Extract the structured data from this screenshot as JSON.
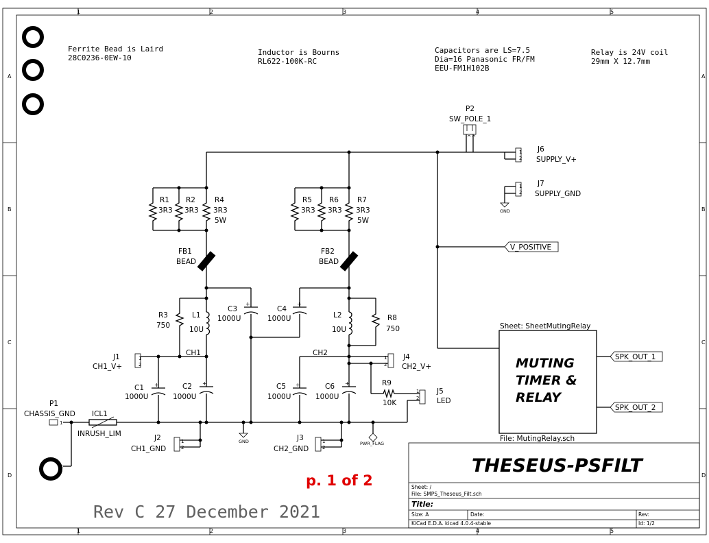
{
  "frame": {
    "col_numbers": [
      "1",
      "2",
      "3",
      "4",
      "5"
    ],
    "row_letters": [
      "A",
      "B",
      "C",
      "D"
    ]
  },
  "notes": {
    "ferrite": [
      "Ferrite Bead is Laird",
      "28C0236-0EW-10"
    ],
    "inductor": [
      "Inductor is Bourns",
      "RL622-100K-RC"
    ],
    "capacitors": [
      "Capacitors are LS=7.5",
      "Dia=16 Panasonic FR/FM",
      "EEU-FM1H102B"
    ],
    "relay": [
      "Relay is 24V coil",
      "29mm X 12.7mm"
    ]
  },
  "components": {
    "R1": {
      "ref": "R1",
      "val": "3R3"
    },
    "R2": {
      "ref": "R2",
      "val": "3R3"
    },
    "R4": {
      "ref": "R4",
      "val": "3R3",
      "extra": "5W"
    },
    "R5": {
      "ref": "R5",
      "val": "3R3"
    },
    "R6": {
      "ref": "R6",
      "val": "3R3"
    },
    "R7": {
      "ref": "R7",
      "val": "3R3",
      "extra": "5W"
    },
    "FB1": {
      "ref": "FB1",
      "val": "BEAD"
    },
    "FB2": {
      "ref": "FB2",
      "val": "BEAD"
    },
    "R3": {
      "ref": "R3",
      "val": "750"
    },
    "L1": {
      "ref": "L1",
      "val": "10U"
    },
    "C3": {
      "ref": "C3",
      "val": "1000U"
    },
    "C4": {
      "ref": "C4",
      "val": "1000U"
    },
    "L2": {
      "ref": "L2",
      "val": "10U"
    },
    "R8": {
      "ref": "R8",
      "val": "750"
    },
    "C1": {
      "ref": "C1",
      "val": "1000U"
    },
    "C2": {
      "ref": "C2",
      "val": "1000U"
    },
    "C5": {
      "ref": "C5",
      "val": "1000U"
    },
    "C6": {
      "ref": "C6",
      "val": "1000U"
    },
    "R9": {
      "ref": "R9",
      "val": "10K"
    },
    "J1": {
      "ref": "J1",
      "val": "CH1_V+"
    },
    "J2": {
      "ref": "J2",
      "val": "CH1_GND"
    },
    "J3": {
      "ref": "J3",
      "val": "CH2_GND"
    },
    "J4": {
      "ref": "J4",
      "val": "CH2_V+"
    },
    "J5": {
      "ref": "J5",
      "val": "LED"
    },
    "J6": {
      "ref": "J6",
      "val": "SUPPLY_V+"
    },
    "J7": {
      "ref": "J7",
      "val": "SUPPLY_GND"
    },
    "P1": {
      "ref": "P1",
      "val": "CHASSIS_GND"
    },
    "P2": {
      "ref": "P2",
      "val": "SW_POLE_1"
    },
    "ICL1": {
      "ref": "ICL1",
      "val": "INRUSH_LIM"
    }
  },
  "nets": {
    "ch1": "CH1",
    "ch2": "CH2",
    "gnd": "GND",
    "pwr_flag": "PWR_FLAG",
    "v_positive": "V_POSITIVE",
    "spk1": "SPK_OUT_1",
    "spk2": "SPK_OUT_2"
  },
  "sheet_block": {
    "name": "Sheet: SheetMutingRelay",
    "file": "File: MutingRelay.sch",
    "lines": [
      "MUTING",
      "TIMER &",
      "RELAY"
    ]
  },
  "title_block": {
    "project": "THESEUS-PSFILT",
    "sheet": "Sheet: /",
    "file": "File: SMPS_Theseus_Filt.sch",
    "title": "Title:",
    "size": "Size: A",
    "date": "Date:",
    "rev": "Rev:",
    "tool": "KiCad E.D.A.  kicad 4.0.4-stable",
    "id": "Id: 1/2"
  },
  "annotations": {
    "page": "p. 1 of 2",
    "revision": "Rev C   27 December 2021"
  },
  "pin_numbers": {
    "one": "1",
    "two": "2"
  }
}
